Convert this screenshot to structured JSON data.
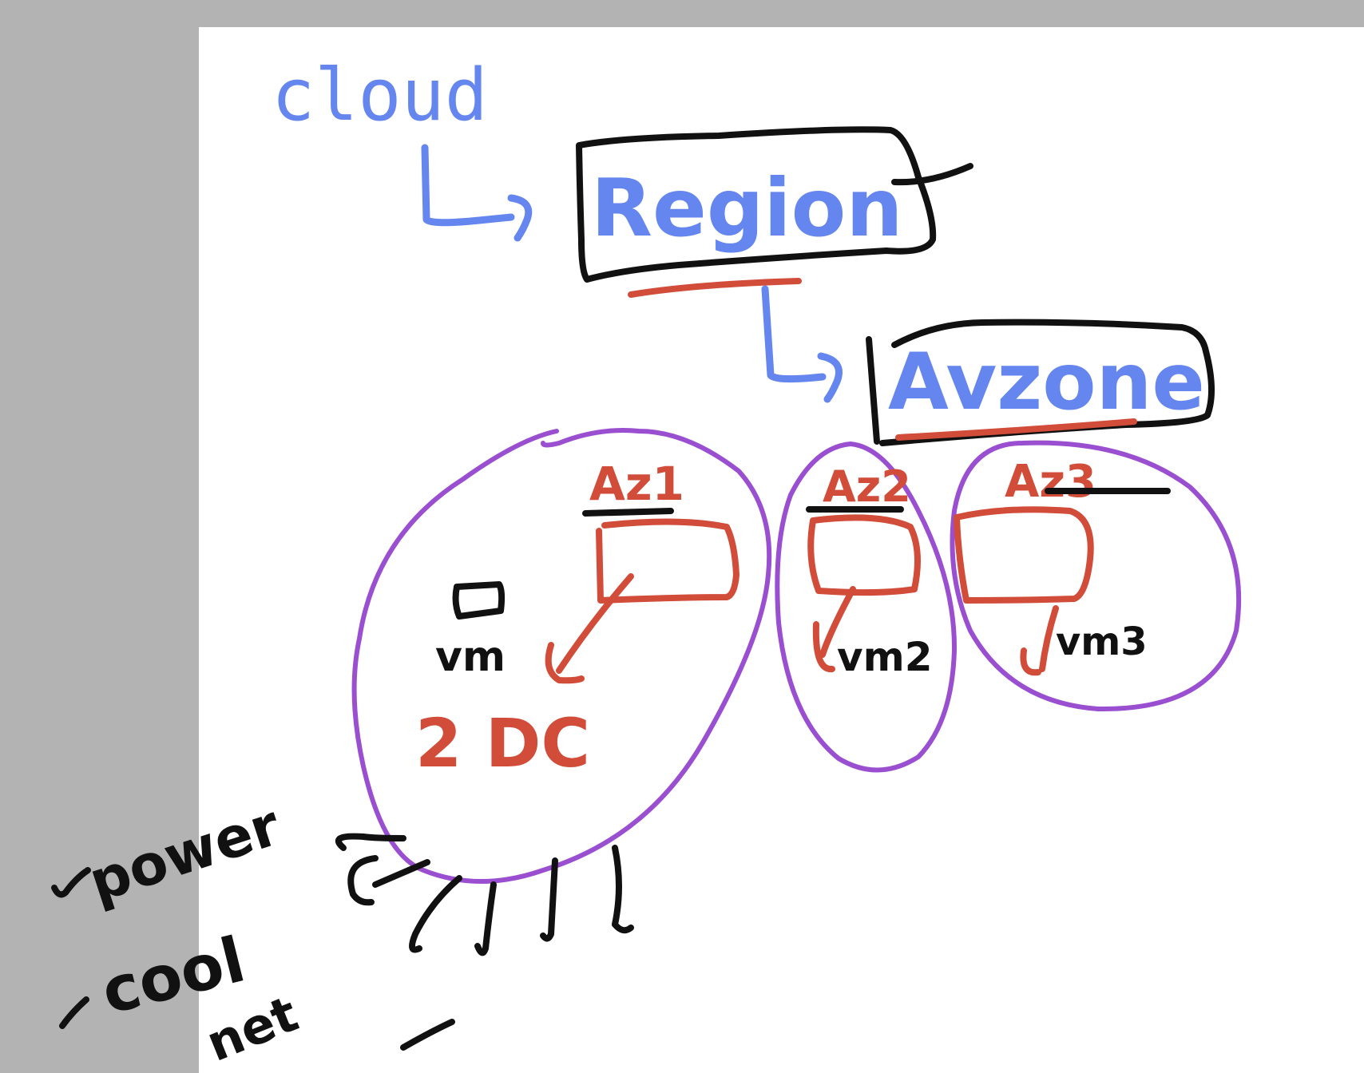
{
  "canvas": {
    "title": "cloud"
  },
  "labels": {
    "region": "Region",
    "az_header": "Avzone",
    "az1": "Az1",
    "az2": "Az2",
    "az3": "Az3",
    "vm1": "vm",
    "vm2": "vm2",
    "vm3": "vm3",
    "dc_count": "2 DC",
    "power": "power",
    "cool": "cool",
    "net": "net"
  },
  "colors": {
    "ink_blue": "#6486ee",
    "ink_black": "#111111",
    "ink_red": "#d24c3a",
    "ink_purple": "#9a4fd0",
    "page_background": "#ffffff",
    "gutter": "#b3b3b3"
  }
}
